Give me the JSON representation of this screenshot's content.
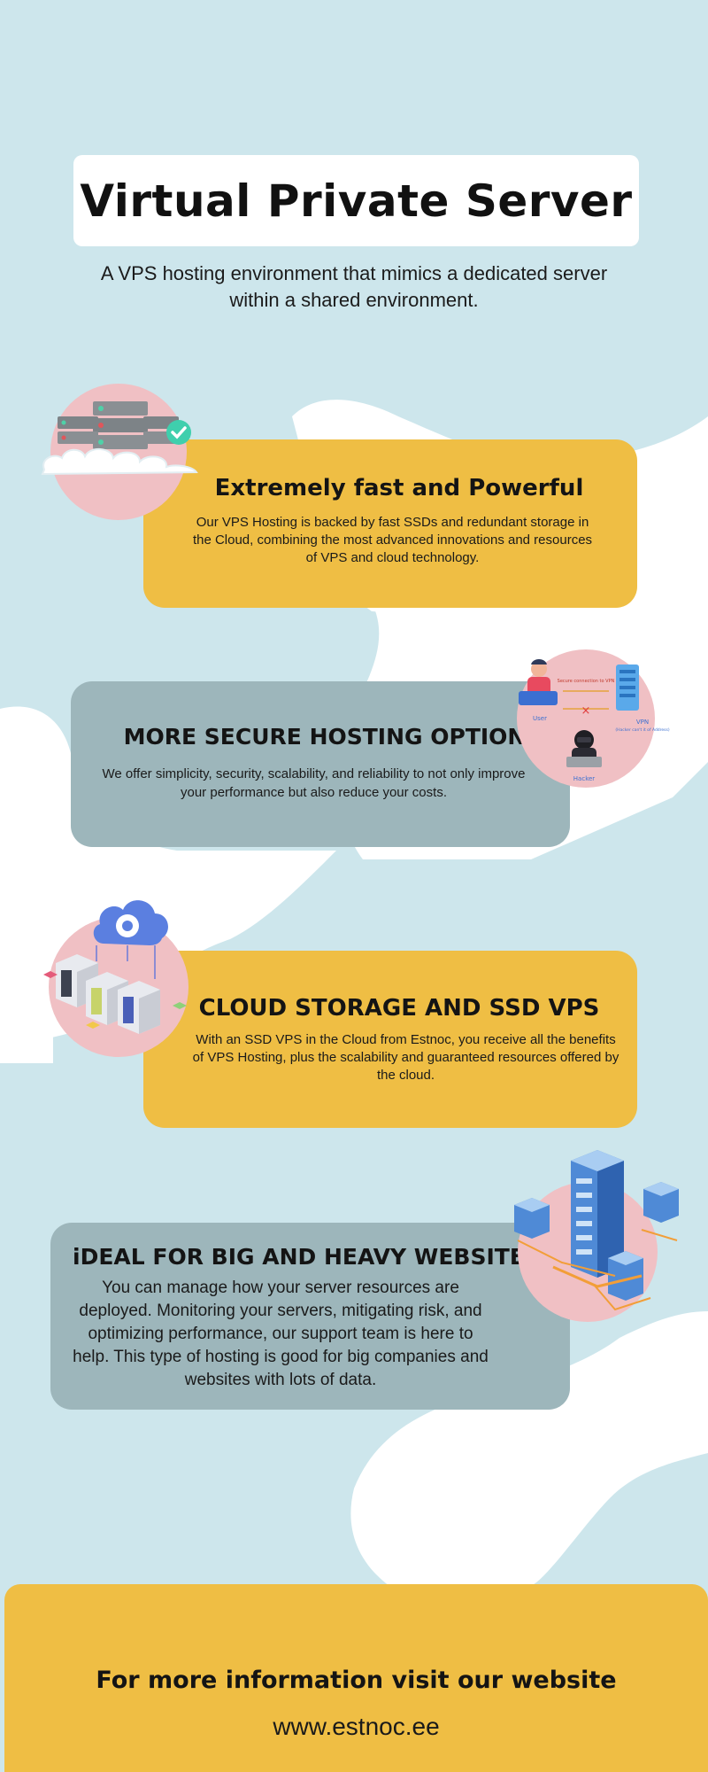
{
  "header": {
    "title": "Virtual Private Server",
    "subtitle": "A VPS hosting environment that mimics a dedicated server within a shared environment."
  },
  "features": [
    {
      "title": "Extremely fast and Powerful",
      "text": "Our VPS Hosting is backed by fast SSDs and redundant storage in the Cloud, combining the most advanced innovations and resources of VPS and cloud technology.",
      "icon": "cloud-server-icon"
    },
    {
      "title": "MORE SECURE HOSTING OPTION",
      "text": "We offer simplicity, security, scalability, and reliability to not only improve your performance but also reduce your costs.",
      "icon": "secure-connection-icon",
      "illustration": {
        "secure_label": "Secure connection to VPN",
        "user_label": "User",
        "vpn_label": "VPN",
        "vpn_note": "(Hacker can't it of Address)",
        "hacker_label": "Hacker"
      }
    },
    {
      "title": "CLOUD STORAGE AND SSD VPS",
      "text": "With an SSD VPS in the Cloud from Estnoc, you receive all the benefits of VPS Hosting, plus the scalability and guaranteed resources offered by the cloud.",
      "icon": "cloud-gear-servers-icon"
    },
    {
      "title": "iDEAL FOR BIG AND HEAVY WEBSITE",
      "text": "You can manage how your server resources are deployed. Monitoring your servers, mitigating risk, and optimizing performance, our support team is here to help. This type of hosting is good for big companies and websites with lots of data.",
      "icon": "server-cluster-icon"
    }
  ],
  "footer": {
    "heading": "For more information visit our website",
    "url": "www.estnoc.ee"
  },
  "colors": {
    "background": "#cde6ec",
    "wave": "#ffffff",
    "yellow_card": "#efbe44",
    "grey_card": "#9db6bb",
    "icon_circle": "#f0c0c4"
  }
}
